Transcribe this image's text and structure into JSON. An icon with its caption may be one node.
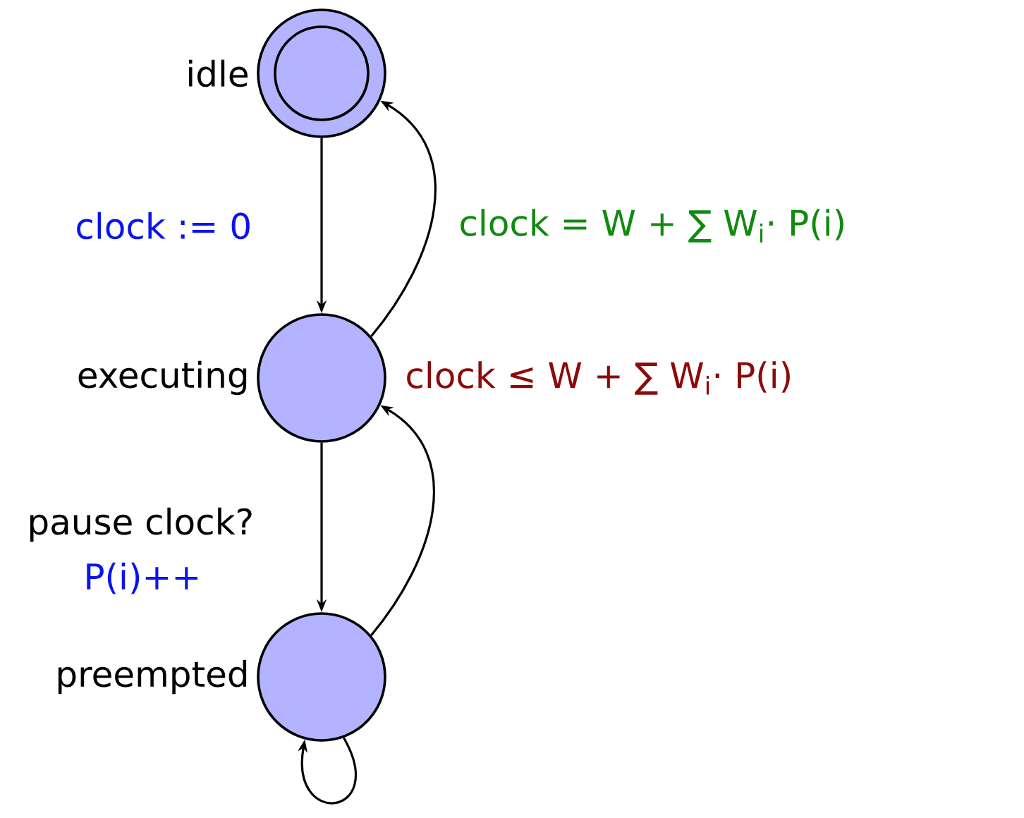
{
  "diagram": {
    "nodes": [
      {
        "text": [
          "idle"
        ]
      },
      {
        "text": [
          "executing"
        ],
        "beside": [
          "clock ≤ W + ∑ W$_{i}$· P(i)"
        ]
      },
      {
        "text": [
          "preempted"
        ]
      }
    ],
    "edges": [
      {
        "from": 0,
        "to": 1,
        "arrow": "to",
        "label": "clock := 0"
      },
      {
        "from": 1,
        "to": 0,
        "arrow": "to",
        "label": "clock = W + ∑ W$_{i}$· P(i)"
      },
      {
        "from": 1,
        "to": 2,
        "arrow": "to",
        "label": "pause clock?"
      },
      {
        "from": 2,
        "to": 1,
        "arrow": "to"
      },
      {
        "from": 2,
        "to": 2,
        "arrow": "to"
      }
    ],
    "labels": [
      "P(i)++"
    ]
  }
}
